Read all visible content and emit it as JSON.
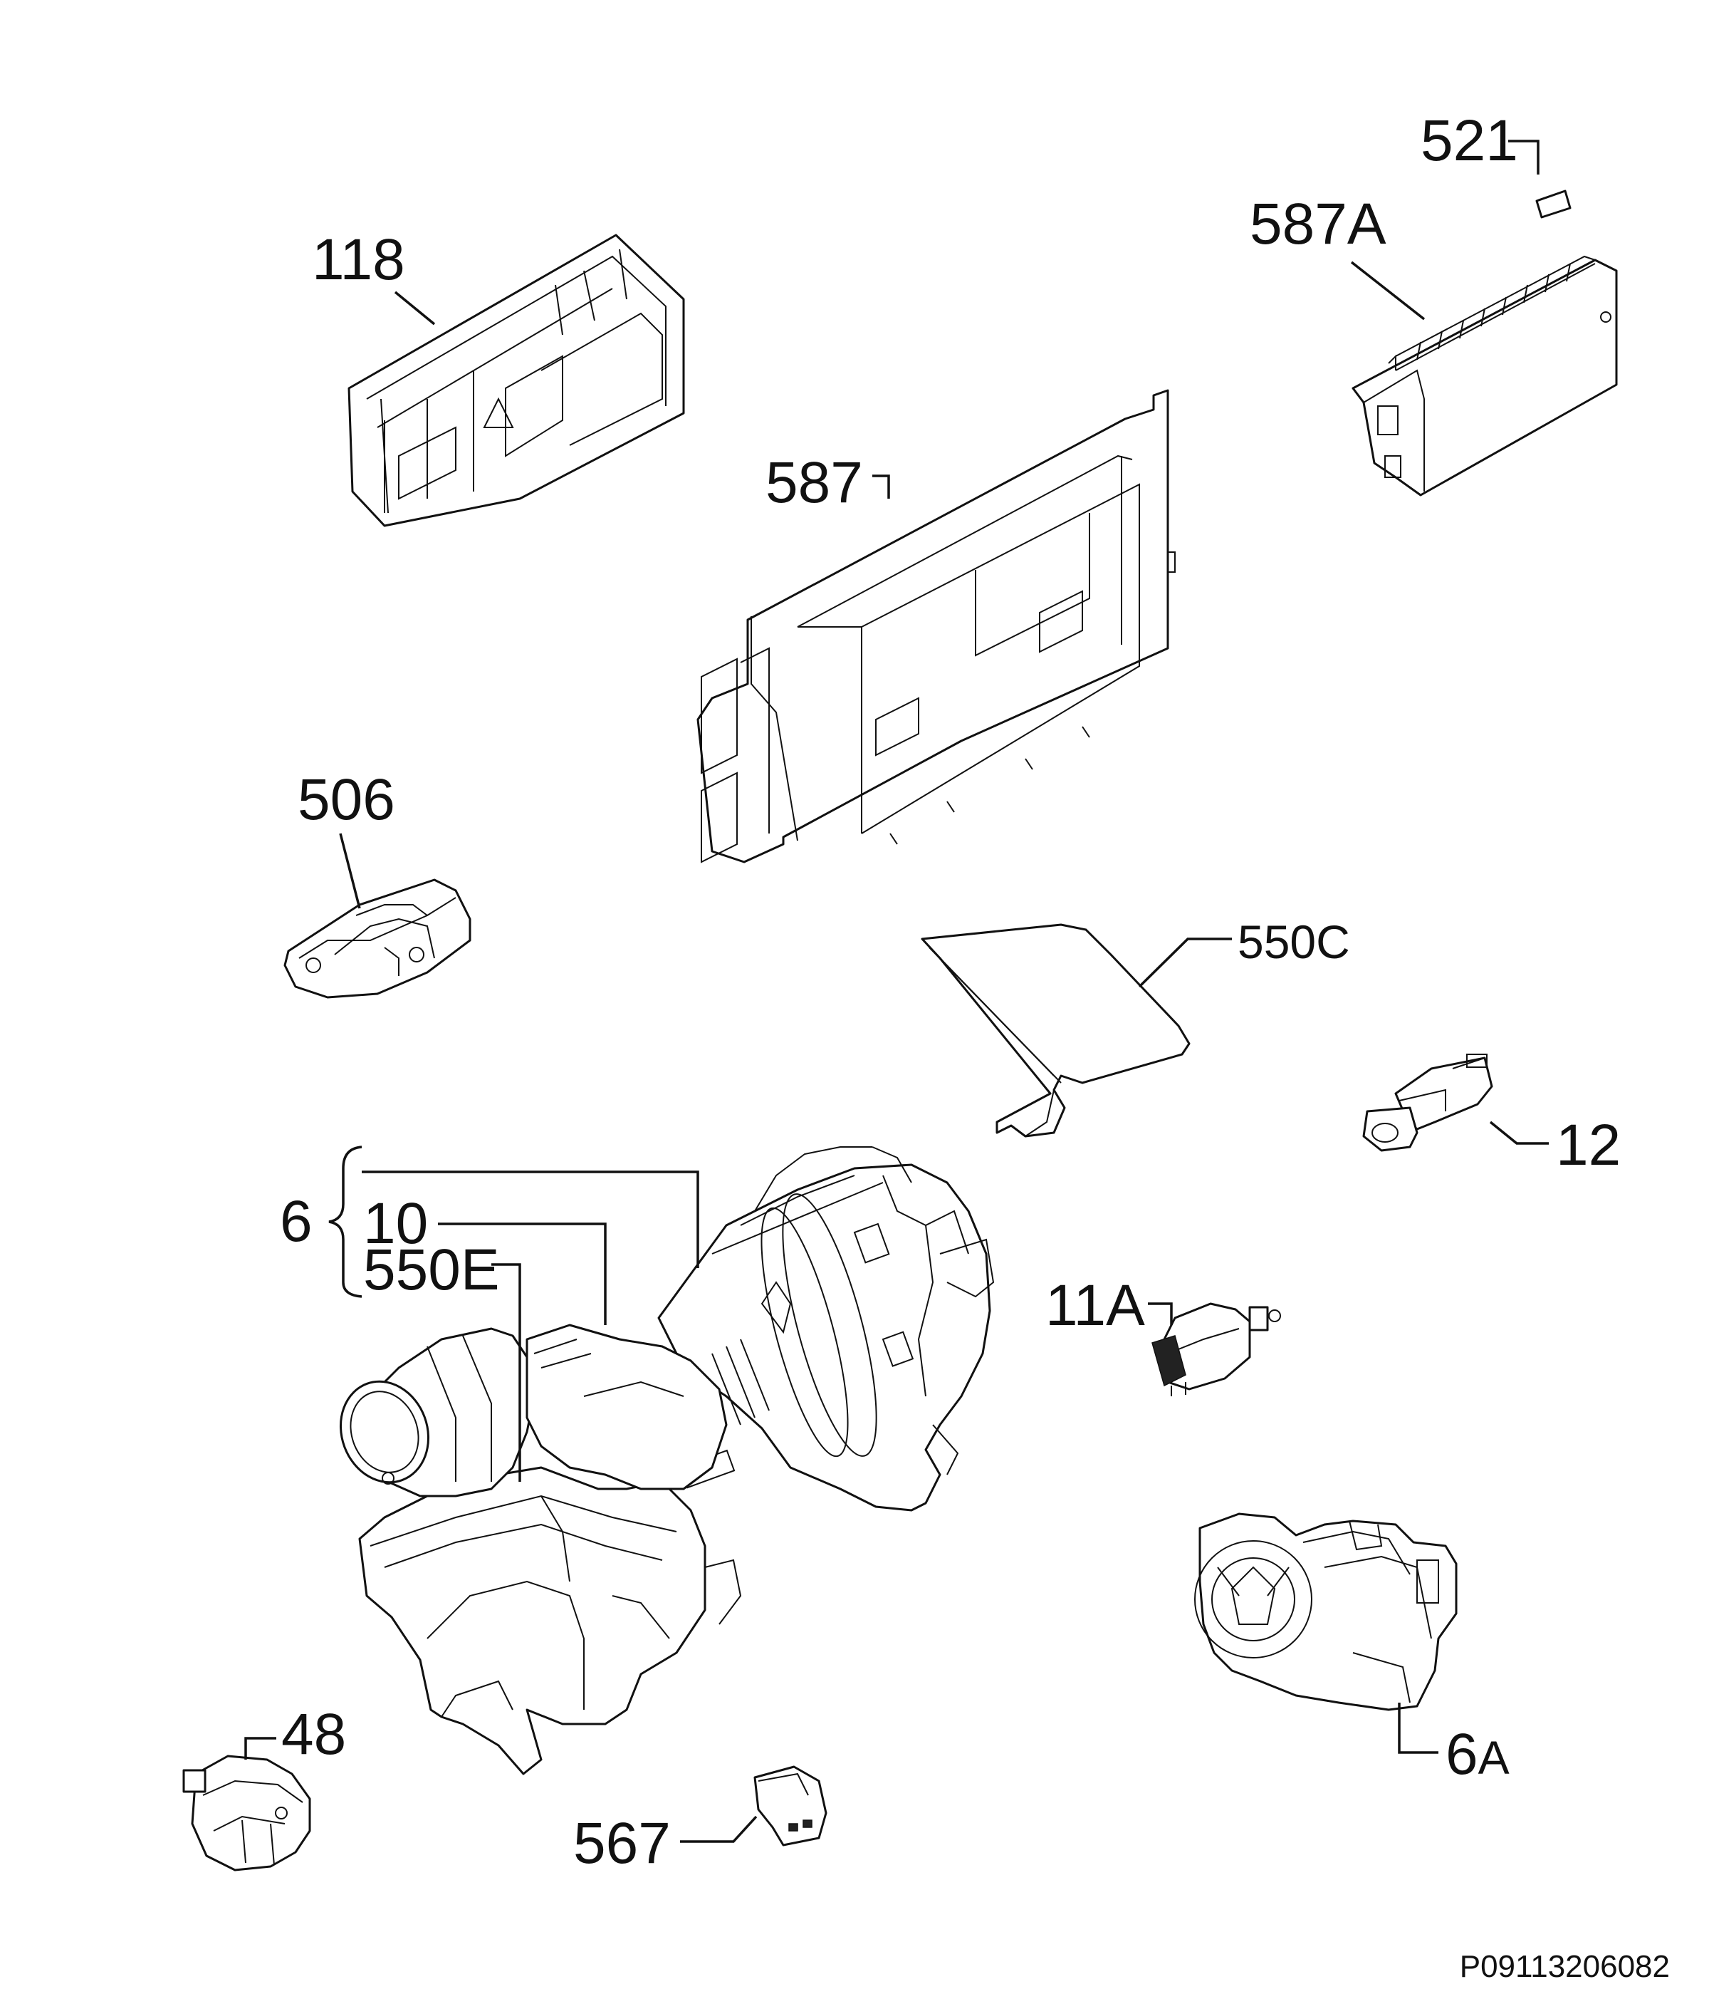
{
  "diagram": {
    "labels": {
      "l118": "118",
      "l521": "521",
      "l587A": "587A",
      "l587": "587",
      "l506": "506",
      "l550C": "550C",
      "l12": "12",
      "l6": "6",
      "l10": "10",
      "l550E": "550E",
      "l11A": "11A",
      "l48": "48",
      "l6A_num": "6",
      "l6A_sub": "A",
      "l567": "567"
    },
    "drawing_code": "P09113206082"
  }
}
